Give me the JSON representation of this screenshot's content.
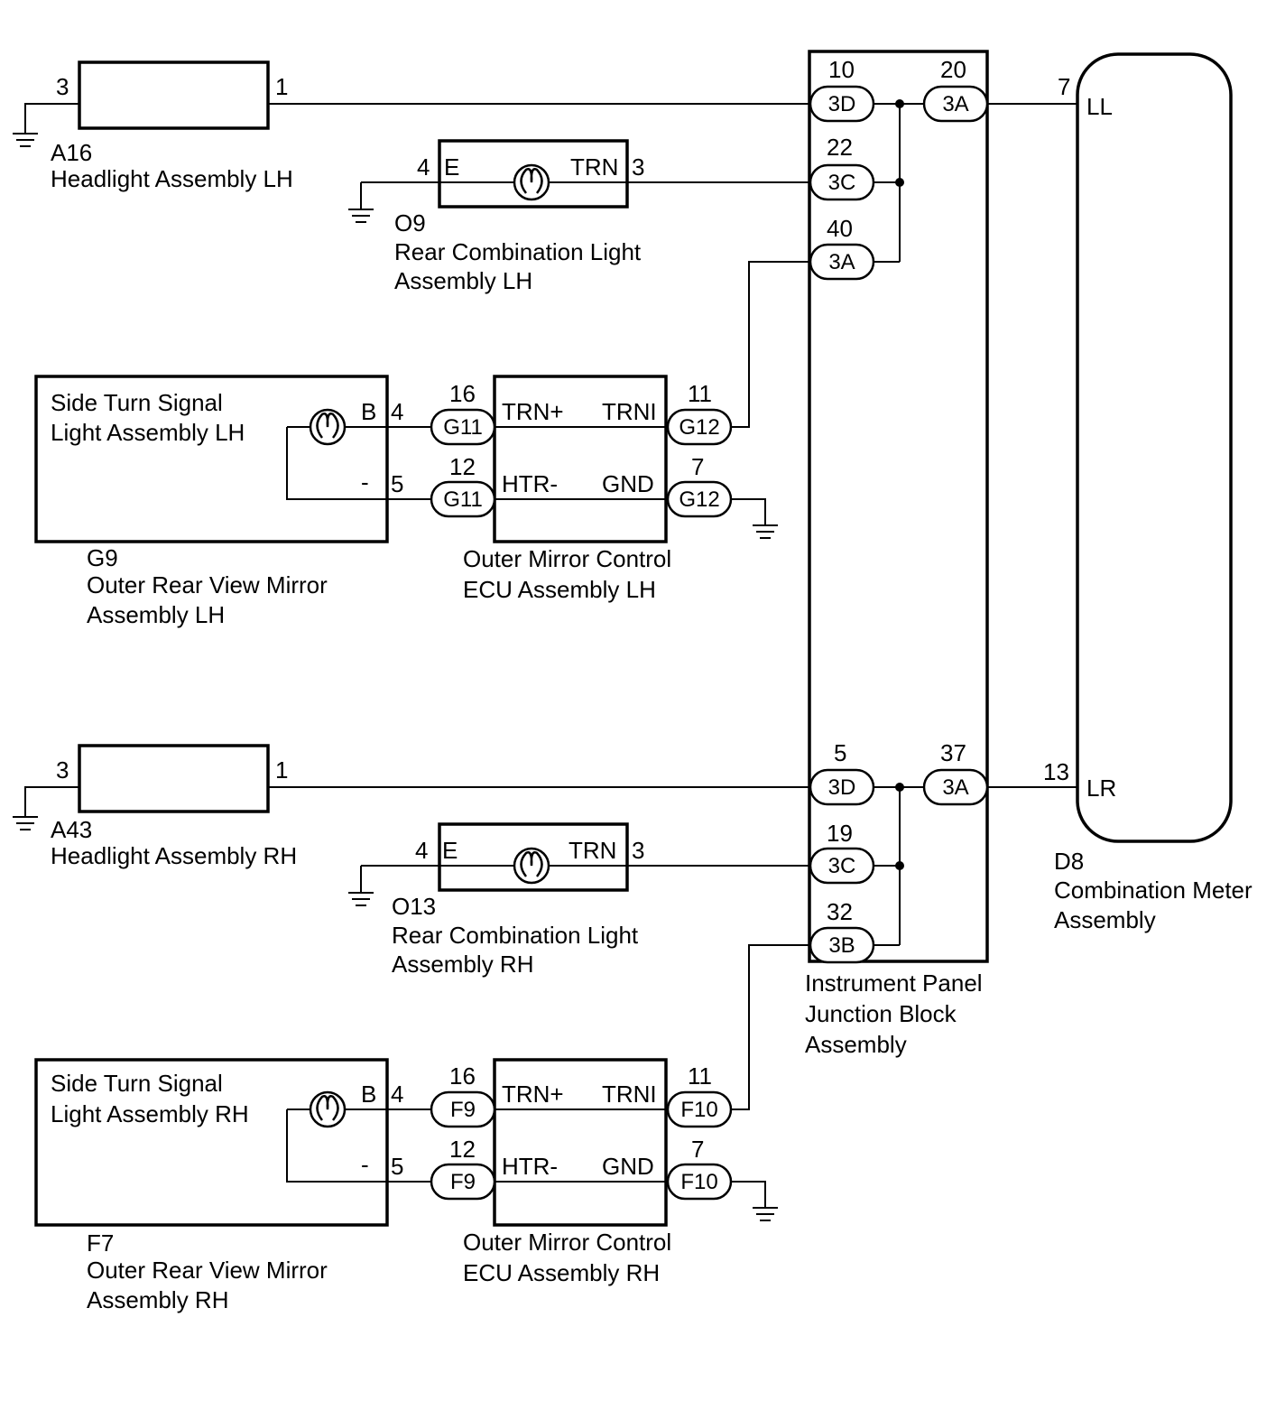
{
  "headlight_lh": {
    "id": "A16",
    "name": "Headlight Assembly LH",
    "pin_gnd": "3",
    "pin_out": "1"
  },
  "headlight_rh": {
    "id": "A43",
    "name": "Headlight Assembly RH",
    "pin_gnd": "3",
    "pin_out": "1"
  },
  "rear_lh": {
    "id": "O9",
    "name_line1": "Rear Combination Light",
    "name_line2": "Assembly LH",
    "pin_e": "4",
    "label_e": "E",
    "label_trn": "TRN",
    "pin_trn": "3"
  },
  "rear_rh": {
    "id": "O13",
    "name_line1": "Rear Combination Light",
    "name_line2": "Assembly RH",
    "pin_e": "4",
    "label_e": "E",
    "label_trn": "TRN",
    "pin_trn": "3"
  },
  "mirror_lh": {
    "id": "G9",
    "name_line1": "Outer Rear View Mirror",
    "name_line2": "Assembly LH",
    "inner_line1": "Side Turn Signal",
    "inner_line2": "Light Assembly LH",
    "label_b": "B",
    "pin_b": "4",
    "label_minus": "-",
    "pin_minus": "5"
  },
  "mirror_rh": {
    "id": "F7",
    "name_line1": "Outer Rear View Mirror",
    "name_line2": "Assembly RH",
    "inner_line1": "Side Turn Signal",
    "inner_line2": "Light Assembly RH",
    "label_b": "B",
    "pin_b": "4",
    "label_minus": "-",
    "pin_minus": "5"
  },
  "ecu_lh": {
    "name_line1": "Outer Mirror Control",
    "name_line2": "ECU Assembly LH",
    "trn_plus": "TRN+",
    "htr_minus": "HTR-",
    "trni": "TRNI",
    "gnd": "GND",
    "in_conn": "G11",
    "out_conn": "G12",
    "pin_trn_plus": "16",
    "pin_htr": "12",
    "pin_trni": "11",
    "pin_gnd": "7"
  },
  "ecu_rh": {
    "name_line1": "Outer Mirror Control",
    "name_line2": "ECU Assembly RH",
    "trn_plus": "TRN+",
    "htr_minus": "HTR-",
    "trni": "TRNI",
    "gnd": "GND",
    "in_conn": "F9",
    "out_conn": "F10",
    "pin_trn_plus": "16",
    "pin_htr": "12",
    "pin_trni": "11",
    "pin_gnd": "7"
  },
  "junction_block": {
    "name_line1": "Instrument Panel",
    "name_line2": "Junction Block",
    "name_line3": "Assembly",
    "lh": [
      {
        "pin": "10",
        "conn": "3D"
      },
      {
        "pin": "20",
        "conn": "3A"
      },
      {
        "pin": "22",
        "conn": "3C"
      },
      {
        "pin": "40",
        "conn": "3A"
      }
    ],
    "rh": [
      {
        "pin": "5",
        "conn": "3D"
      },
      {
        "pin": "37",
        "conn": "3A"
      },
      {
        "pin": "19",
        "conn": "3C"
      },
      {
        "pin": "32",
        "conn": "3B"
      }
    ]
  },
  "meter": {
    "id": "D8",
    "name_line1": "Combination Meter",
    "name_line2": "Assembly",
    "pin_ll": "7",
    "label_ll": "LL",
    "pin_lr": "13",
    "label_lr": "LR"
  }
}
